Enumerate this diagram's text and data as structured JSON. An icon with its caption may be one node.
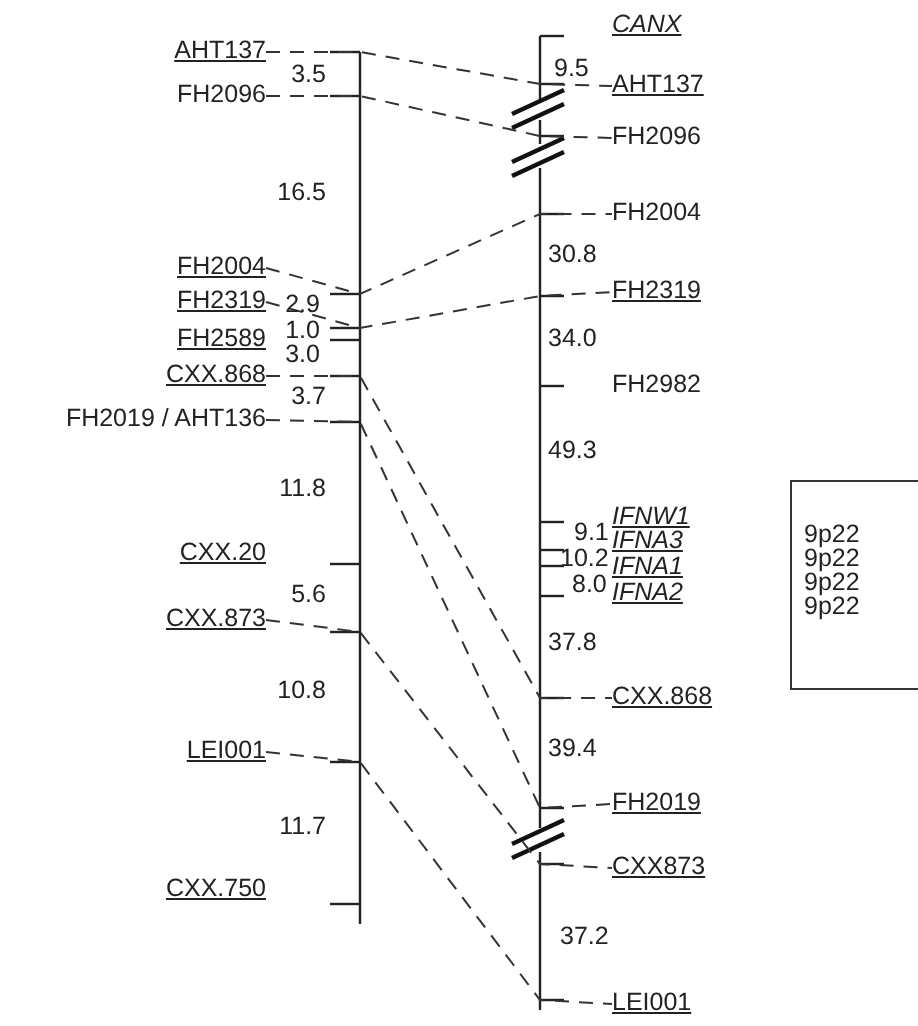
{
  "diagram": {
    "nodes": [
      {
        "text": [
          "AHT137"
        ]
      },
      {
        "text": [
          "FH2096"
        ]
      },
      {
        "text": [
          "FH2004"
        ]
      },
      {
        "text": [
          "FH2319"
        ]
      },
      {
        "text": [
          "FH2589"
        ]
      },
      {
        "text": [
          "CXX.868"
        ]
      },
      {
        "text": [
          "FH2019 / AHT136"
        ]
      },
      {
        "text": [
          "CXX.20"
        ]
      },
      {
        "text": [
          "CXX.873"
        ]
      },
      {
        "text": [
          "LEI001"
        ]
      },
      {
        "text": [
          "CXX.750"
        ]
      },
      {
        "text": [
          "CANX"
        ]
      },
      {
        "text": [
          "AHT137"
        ]
      },
      {
        "text": [
          "FH2096"
        ]
      },
      {
        "text": [
          "FH2004"
        ]
      },
      {
        "text": [
          "FH2319"
        ]
      },
      {
        "text": [
          "FH2982"
        ]
      },
      {
        "text": [
          "IFNW1"
        ]
      },
      {
        "text": [
          "IFNA3"
        ]
      },
      {
        "text": [
          "IFNA1"
        ]
      },
      {
        "text": [
          "IFNA2"
        ]
      },
      {
        "text": [
          "CXX.868"
        ]
      },
      {
        "text": [
          "FH2019"
        ]
      },
      {
        "text": [
          "CXX873"
        ]
      },
      {
        "text": [
          "LEI001"
        ]
      },
      {
        "text": [
          "9p22",
          "9p22",
          "9p22",
          "9p22"
        ]
      }
    ],
    "edges": [
      {
        "from": 0,
        "to": 12,
        "arrow": "none",
        "style": "dashed"
      },
      {
        "from": 1,
        "to": 13,
        "arrow": "none",
        "style": "dashed"
      },
      {
        "from": 2,
        "to": 14,
        "arrow": "none",
        "style": "dashed"
      },
      {
        "from": 3,
        "to": 15,
        "arrow": "none",
        "style": "dashed"
      },
      {
        "from": 5,
        "to": 21,
        "arrow": "none",
        "style": "dashed"
      },
      {
        "from": 6,
        "to": 22,
        "arrow": "none",
        "style": "dashed"
      },
      {
        "from": 8,
        "to": 23,
        "arrow": "none",
        "style": "dashed"
      },
      {
        "from": 9,
        "to": 24,
        "arrow": "none",
        "style": "dashed"
      }
    ],
    "labels": [
      "3.5",
      "16.5",
      "2.9",
      "1.0",
      "3.0",
      "3.7",
      "11.8",
      "5.6",
      "10.8",
      "11.7",
      "9.5",
      "30.8",
      "34.0",
      "49.3",
      "9.1",
      "10.2",
      "8.0",
      "37.8",
      "39.4",
      "37.2"
    ]
  }
}
